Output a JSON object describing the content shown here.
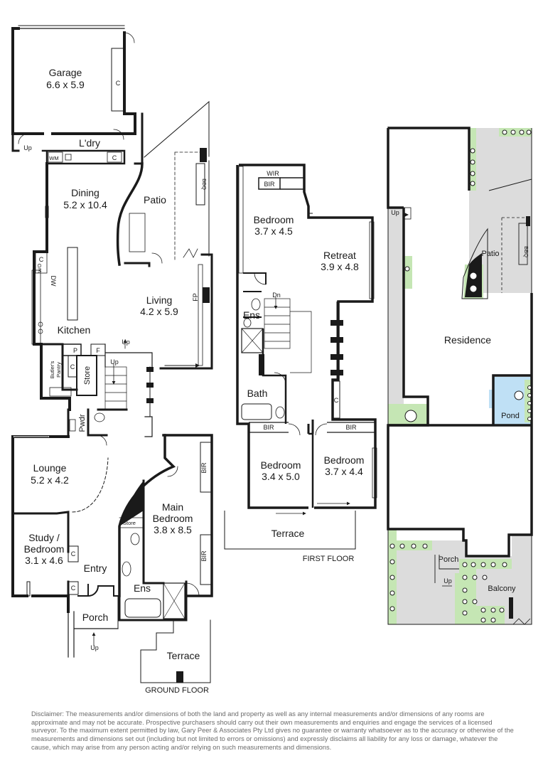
{
  "ground_floor": {
    "caption": "GROUND FLOOR",
    "rooms": {
      "garage": {
        "name": "Garage",
        "dims": "6.6 x 5.9"
      },
      "laundry": {
        "name": "L'dry"
      },
      "dining": {
        "name": "Dining",
        "dims": "5.2 x 10.4"
      },
      "patio": {
        "name": "Patio"
      },
      "living": {
        "name": "Living",
        "dims": "4.2 x 5.9"
      },
      "kitchen": {
        "name": "Kitchen"
      },
      "butlers_pantry": {
        "line1": "Butler's",
        "line2": "Pantry"
      },
      "store": {
        "name": "Store"
      },
      "powder": {
        "name": "Pwdr"
      },
      "lounge": {
        "name": "Lounge",
        "dims": "5.2 x 4.2"
      },
      "study": {
        "line1": "Study /",
        "line2": "Bedroom",
        "dims": "3.1 x 4.6"
      },
      "entry": {
        "name": "Entry"
      },
      "porch": {
        "name": "Porch"
      },
      "main_bedroom": {
        "line1": "Main",
        "line2": "Bedroom",
        "dims": "3.8 x 8.5"
      },
      "store_small": {
        "name": "Store"
      },
      "ensuite": {
        "name": "Ens"
      },
      "terrace": {
        "name": "Terrace"
      }
    },
    "fixtures": {
      "wm": "WM",
      "c": "C",
      "p": "P",
      "f": "F",
      "wo": "WO",
      "dw": "DW",
      "bbq": "BBQ",
      "fp": "FP",
      "bir": "BIR"
    },
    "arrows": {
      "up": "Up"
    }
  },
  "first_floor": {
    "caption": "FIRST FLOOR",
    "rooms": {
      "wir": {
        "name": "WIR"
      },
      "bir": {
        "name": "BIR"
      },
      "bedroom1": {
        "name": "Bedroom",
        "dims": "3.7 x 4.5"
      },
      "retreat": {
        "name": "Retreat",
        "dims": "3.9 x 4.8"
      },
      "ensuite": {
        "name": "Ens"
      },
      "dn": {
        "name": "Dn"
      },
      "bath": {
        "name": "Bath"
      },
      "bedroom2": {
        "name": "Bedroom",
        "dims": "3.4 x 5.0"
      },
      "bedroom3": {
        "name": "Bedroom",
        "dims": "3.7 x 4.4"
      },
      "terrace": {
        "name": "Terrace"
      },
      "c": {
        "name": "C"
      }
    }
  },
  "site_plan": {
    "up_top": "Up",
    "patio": "Patio",
    "bbq": "BBQ",
    "residence": "Residence",
    "pond": "Pond",
    "porch": "Porch",
    "up_bottom": "Up",
    "balcony": "Balcony"
  },
  "colors": {
    "wall": "#1a1a1a",
    "garden": "#c5e6b4",
    "hard": "#dcdcdc",
    "pond": "#bfe0f5"
  },
  "disclaimer": "Disclaimer: The measurements and/or dimensions of both the land and property as well as any internal measurements and/or dimensions of any rooms are approximate and may not be accurate. Prospective purchasers should carry out their own measurements and enquiries and engage the services of a licensed surveyor. To the maximum extent permitted by law, Gary Peer & Associates Pty Ltd gives no guarantee or warranty whatsoever as to the accuracy or otherwise of the measurements and dimensions set out (including but not limited to errors or omissions) and expressly disclaims all liability for any loss or damage, whatever the cause, which may arise from any person acting and/or relying on such measurements and dimensions."
}
